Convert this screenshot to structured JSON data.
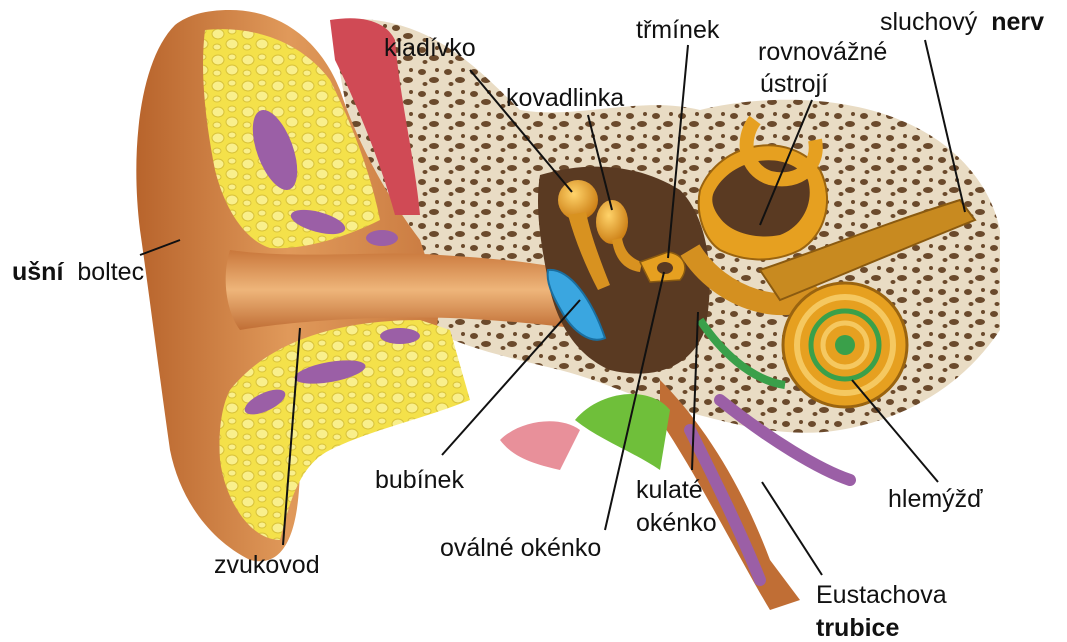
{
  "labels": {
    "usni_boltec": [
      "ušní",
      "boltec"
    ],
    "zvukovod": "zvukovod",
    "kladivko": "kladívko",
    "kovadlinka": "kovadlinka",
    "trminek": "třmínek",
    "sluchovy_nerv": [
      "sluchový",
      "nerv"
    ],
    "rovnovazne_ustroji": [
      "rovnovážné",
      "ústrojí"
    ],
    "bubinek": "bubínek",
    "ovalne_okenko": "oválné okénko",
    "kulate_okenko": [
      "kulaté",
      "okénko"
    ],
    "hlemyzd": "hlemýžď",
    "eustachova_trubice": [
      "Eustachova",
      "trubice"
    ]
  },
  "colors": {
    "skin": "#c9773b",
    "skin_light": "#e8a868",
    "cartilage": "#f4e14a",
    "cartilage_cells": "#f9ef8c",
    "vessel_purple": "#9b5fa6",
    "muscle": "#d04a55",
    "bone": "#e9dcc4",
    "bone_pores": "#6b4a2c",
    "middle_ear_cavity": "#5a3a22",
    "ossicle_gold": "#e6a020",
    "eardrum_blue": "#3aa6e0",
    "cochlea_green": "#3aa04a",
    "eustachian_pink": "#e8909a",
    "nerve_gold": "#c88a20"
  }
}
